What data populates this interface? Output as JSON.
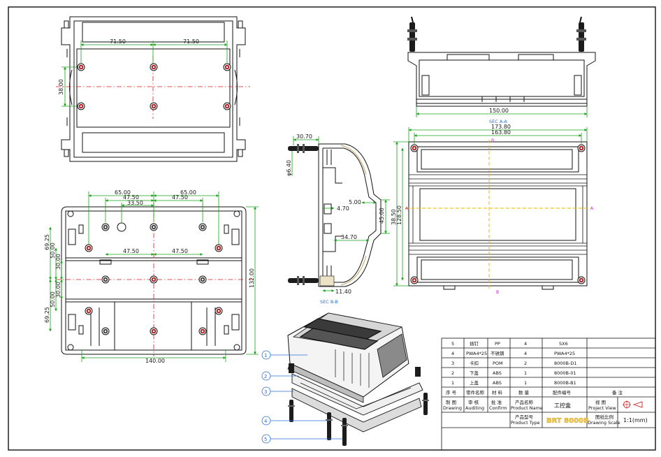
{
  "dimensions": {
    "top_view": {
      "w1": "71.50",
      "w2": "71.50",
      "h": "38.00"
    },
    "bottom_view": {
      "a1": "65.00",
      "a2": "65.00",
      "b1": "47.50",
      "b2": "47.50",
      "c": "33.50",
      "m1": "47.50",
      "m2": "47.50",
      "left1": "69.25",
      "left2": "50.00",
      "left3": "30.00",
      "left4": "30.00",
      "left5": "50.00",
      "left6": "69.25",
      "right": "132.00",
      "bottom": "140.00"
    },
    "side_view": {
      "top": "30.70",
      "dia": "φ6.40",
      "d1": "4.70",
      "d2": "5.00",
      "d3": "45.00",
      "d4": "34.70",
      "d5": "11.40"
    },
    "front_view": {
      "w": "150.00"
    },
    "right_view": {
      "w1": "173.80",
      "w2": "163.80",
      "h1": "38.50",
      "h2": "128.50"
    }
  },
  "section_labels": {
    "aa": "SEC A-A",
    "bb": "SEC B-B",
    "b_top": "B",
    "b_bot": "B",
    "a_left": "A",
    "a_right": "A"
  },
  "callouts": [
    "1",
    "2",
    "3",
    "4",
    "5"
  ],
  "bom": {
    "rows": [
      {
        "no": "5",
        "name": "插钉",
        "mat": "PP",
        "qty": "4",
        "code": "SX6"
      },
      {
        "no": "4",
        "name": "PWA4*25",
        "mat": "不锈钢",
        "qty": "4",
        "code": "PWA4*25"
      },
      {
        "no": "3",
        "name": "卡扣",
        "mat": "POM",
        "qty": "2",
        "code": "8000B-D1"
      },
      {
        "no": "2",
        "name": "下盖",
        "mat": "ABS",
        "qty": "1",
        "code": "8000B-01"
      },
      {
        "no": "1",
        "name": "上盖",
        "mat": "ABS",
        "qty": "1",
        "code": "8000B-B1"
      }
    ],
    "header": {
      "no": "序 号",
      "name": "零件名称",
      "mat": "材 料",
      "qty": "数 量",
      "code": "配件编号",
      "note": "备 注"
    }
  },
  "title_block": {
    "draw_cn": "制 图",
    "draw_en": "Drawing",
    "audit_cn": "审 核",
    "audit_en": "Auditing",
    "confirm_cn": "批 准",
    "confirm_en": "Confirm",
    "pname_cn": "产品名称",
    "pname_en": "Product Name",
    "pname_val": "工控盒",
    "view_cn": "视 图",
    "view_en": "Project View",
    "ptype_cn": "产品型号",
    "ptype_en": "Product Type",
    "ptype_val": "BRT 8000B",
    "scale_cn": "图纸比例",
    "scale_en": "Drawing Scale",
    "scale_val": "1:1(mm)"
  },
  "colors": {
    "dimension": "#17a317",
    "centerline": "#e01818",
    "callout": "#2b6fd6",
    "model": "#c21fc2",
    "screw": "#b02020"
  }
}
